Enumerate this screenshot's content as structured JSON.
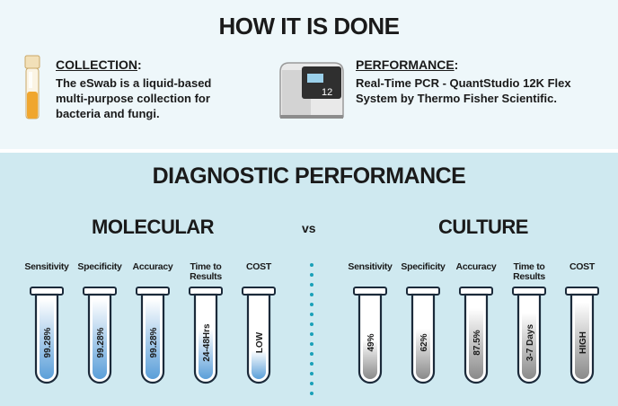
{
  "header": {
    "title": "HOW IT IS DONE"
  },
  "collection": {
    "title": "COLLECTION",
    "desc_lines": [
      "The eSwab is a liquid-based",
      "multi-purpose collection for",
      "bacteria and fungi."
    ]
  },
  "performance": {
    "title": "PERFORMANCE",
    "desc_lines": [
      "Real-Time PCR - QuantStudio 12K Flex",
      "System by Thermo Fisher Scientific."
    ],
    "machine_display": "12"
  },
  "diagnostic": {
    "title": "DIAGNOSTIC PERFORMANCE",
    "vs": "vs",
    "molecular": {
      "title": "MOLECULAR",
      "color": "#5b9fd9",
      "tubes": [
        {
          "label": "Sensitivity",
          "value": "99.28%",
          "fill": 0.9928
        },
        {
          "label": "Specificity",
          "value": "99.28%",
          "fill": 0.9928
        },
        {
          "label": "Accuracy",
          "value": "99.28%",
          "fill": 0.9928
        },
        {
          "label": "Time to Results",
          "value": "24-48Hrs",
          "fill": 0.62
        },
        {
          "label": "COST",
          "value": "LOW",
          "fill": 0.35
        }
      ]
    },
    "culture": {
      "title": "CULTURE",
      "color": "#8a8a8a",
      "tubes": [
        {
          "label": "Sensitivity",
          "value": "49%",
          "fill": 0.49
        },
        {
          "label": "Specificity",
          "value": "62%",
          "fill": 0.62
        },
        {
          "label": "Accuracy",
          "value": "87.5%",
          "fill": 0.875
        },
        {
          "label": "Time to Results",
          "value": "3-7 Days",
          "fill": 0.82
        },
        {
          "label": "COST",
          "value": "HIGH",
          "fill": 0.95
        }
      ]
    }
  }
}
